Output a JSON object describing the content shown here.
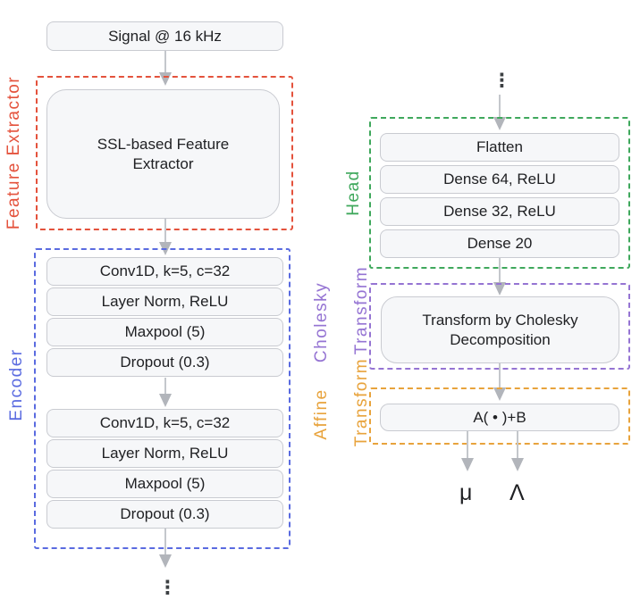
{
  "left": {
    "input_box": "Signal @ 16 kHz",
    "feature_extractor": {
      "label": "Feature Extractor",
      "color": "#e4523c",
      "box": "SSL-based Feature Extractor"
    },
    "encoder": {
      "label": "Encoder",
      "color": "#5a6be0",
      "block1": [
        "Conv1D, k=5, c=32",
        "Layer Norm, ReLU",
        "Maxpool (5)",
        "Dropout (0.3)"
      ],
      "block2": [
        "Conv1D, k=5, c=32",
        "Layer Norm, ReLU",
        "Maxpool (5)",
        "Dropout (0.3)"
      ]
    },
    "ellipsis": "⋮"
  },
  "right": {
    "ellipsis": "⋮",
    "head": {
      "label": "Head",
      "color": "#3fa85c",
      "rows": [
        "Flatten",
        "Dense 64, ReLU",
        "Dense 32, ReLU",
        "Dense 20"
      ]
    },
    "cholesky_transform": {
      "label_line1": "Cholesky",
      "label_line2": "Transform",
      "color": "#9574d3",
      "box": "Transform by Cholesky Decomposition"
    },
    "affine_transform": {
      "label_line1": "Affine",
      "label_line2": "Transform",
      "color": "#e8a33c",
      "box": "A( • )+B"
    },
    "outputs": {
      "mu": "μ",
      "lambda": "Λ"
    }
  }
}
